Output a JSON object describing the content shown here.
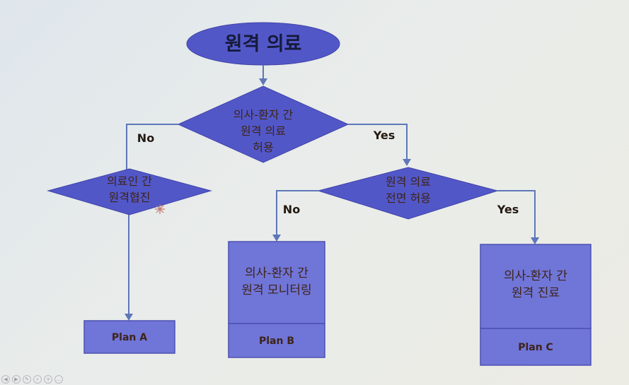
{
  "title": "원격 의료",
  "decisions": {
    "doctor_patient": [
      "의사-환자 간",
      "원격 의료",
      "허용"
    ],
    "full_allow": [
      "원격 의료",
      "전면 허용"
    ],
    "doctor_doctor": [
      "의료인 간",
      "원격협진"
    ]
  },
  "branch_labels": {
    "no_left": "No",
    "yes_right": "Yes",
    "no_mid": "No",
    "yes_far": "Yes"
  },
  "outcomes": {
    "monitoring": [
      "의사-환자 간",
      "원격 모니터링"
    ],
    "consultation": [
      "의사-환자 간",
      "원격 진료"
    ]
  },
  "plans": {
    "a": "Plan A",
    "b": "Plan B",
    "c": "Plan C"
  },
  "colors": {
    "shape_fill": "#5257c8",
    "box_fill": "#7075d8",
    "connector": "#5d77b8"
  },
  "toolbar_icons": [
    "prev-icon",
    "next-icon",
    "pen-icon",
    "search-icon",
    "zoom-icon",
    "more-icon"
  ]
}
